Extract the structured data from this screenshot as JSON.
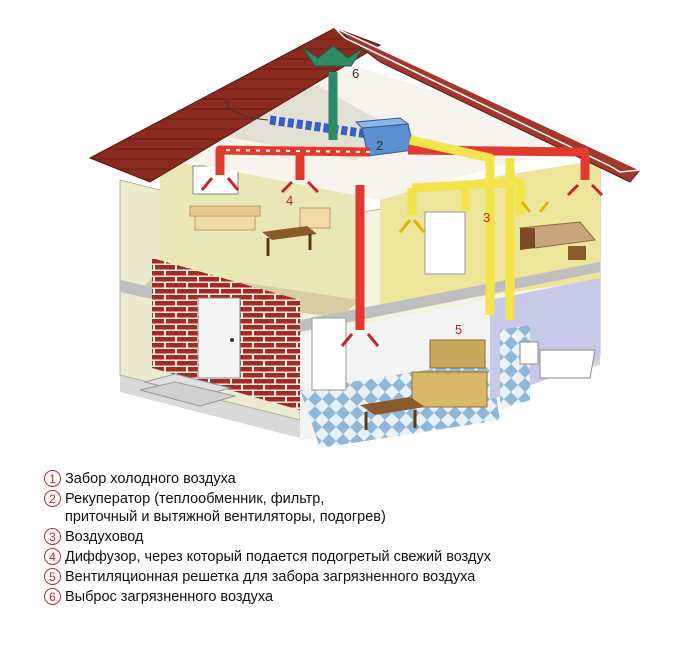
{
  "diagram": {
    "callouts": [
      {
        "num": "1"
      },
      {
        "num": "2"
      },
      {
        "num": "3"
      },
      {
        "num": "4"
      },
      {
        "num": "5"
      },
      {
        "num": "6"
      }
    ]
  },
  "legend": {
    "items": [
      {
        "num": "1",
        "text": "Забор холодного воздуха"
      },
      {
        "num": "2",
        "text": "Рекуператор (теплообменник, фильтр,\nприточный и вытяжной вентиляторы, подогрев)"
      },
      {
        "num": "3",
        "text": "Воздуховод"
      },
      {
        "num": "4",
        "text": "Диффузор, через который подается подогретый свежий воздух"
      },
      {
        "num": "5",
        "text": "Вентиляционная решетка для забора загрязненного воздуха"
      },
      {
        "num": "6",
        "text": "Выброс загрязненного воздуха"
      }
    ]
  },
  "colors": {
    "roof": "#8b2a1f",
    "wall": "#e9e7b4",
    "supply_duct": "#e23a2f",
    "exhaust_duct": "#f4e44b",
    "intake_duct": "#3a5fc4",
    "outlet_duct": "#2f8a66",
    "brick": "#a52a22",
    "callout_red": "#c0262c"
  }
}
